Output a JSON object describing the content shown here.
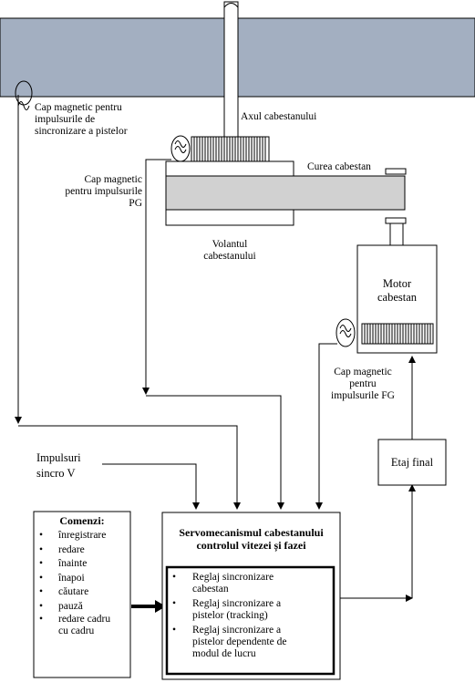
{
  "labels": {
    "sync_head": "Cap magnetic pentru\nimpulsurile de\nsincronizare a pistelor",
    "capstan_axis": "Axul cabestanului",
    "pg_head": "Cap magnetic\npentru impulsurile\nPG",
    "capstan_belt": "Curea cabestan",
    "flywheel": "Volantul\ncabestanului",
    "motor": "Motor\ncabestan",
    "fg_head": "Cap magnetic\npentru\nimpulsurile FG",
    "impulse_v": "Impulsuri\nsincro V",
    "final_stage": "Etaj final"
  },
  "commands": {
    "title": "Comenzi:",
    "items": [
      "înregistrare",
      "redare",
      "înainte",
      "înapoi",
      "căutare",
      "pauză",
      "redare cadru\ncu cadru"
    ]
  },
  "servo": {
    "title": "Servomecanismul cabestanului\ncontrolul vitezei și fazei",
    "items": [
      "Reglaj sincronizare\ncabestan",
      "Reglaj sincronizare a\npistelor (tracking)",
      "Reglaj sincronizare a\npistelor dependente de\nmodul de lucru"
    ]
  },
  "colors": {
    "tape": "#a3afc1",
    "belt": "#d1d1d1",
    "line": "#000000"
  }
}
